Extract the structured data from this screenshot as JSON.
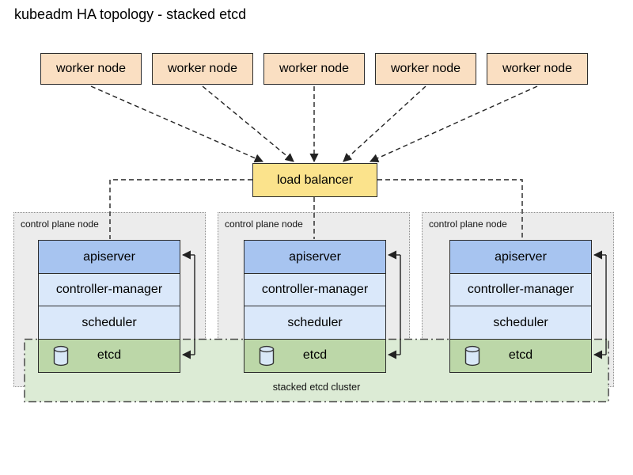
{
  "title": "kubeadm HA topology - stacked etcd",
  "workers": [
    {
      "label": "worker node"
    },
    {
      "label": "worker node"
    },
    {
      "label": "worker node"
    },
    {
      "label": "worker node"
    },
    {
      "label": "worker node"
    }
  ],
  "load_balancer": {
    "label": "load balancer"
  },
  "control_planes": [
    {
      "label": "control plane node",
      "apiserver": "apiserver",
      "controller_manager": "controller-manager",
      "scheduler": "scheduler",
      "etcd": "etcd"
    },
    {
      "label": "control plane node",
      "apiserver": "apiserver",
      "controller_manager": "controller-manager",
      "scheduler": "scheduler",
      "etcd": "etcd"
    },
    {
      "label": "control plane node",
      "apiserver": "apiserver",
      "controller_manager": "controller-manager",
      "scheduler": "scheduler",
      "etcd": "etcd"
    }
  ],
  "etcd_cluster": {
    "label": "stacked etcd cluster"
  },
  "icons": {
    "etcd": "database-cylinder-icon"
  },
  "colors": {
    "worker_fill": "#FADFC2",
    "load_balancer_fill": "#FBE38C",
    "apiserver_fill": "#A7C4F0",
    "controller_scheduler_fill": "#DAE8FA",
    "etcd_fill": "#BCD7A8",
    "etcd_cluster_fill": "#DCEBD5",
    "control_plane_fill": "#ECECEC",
    "line_color": "#222222"
  }
}
